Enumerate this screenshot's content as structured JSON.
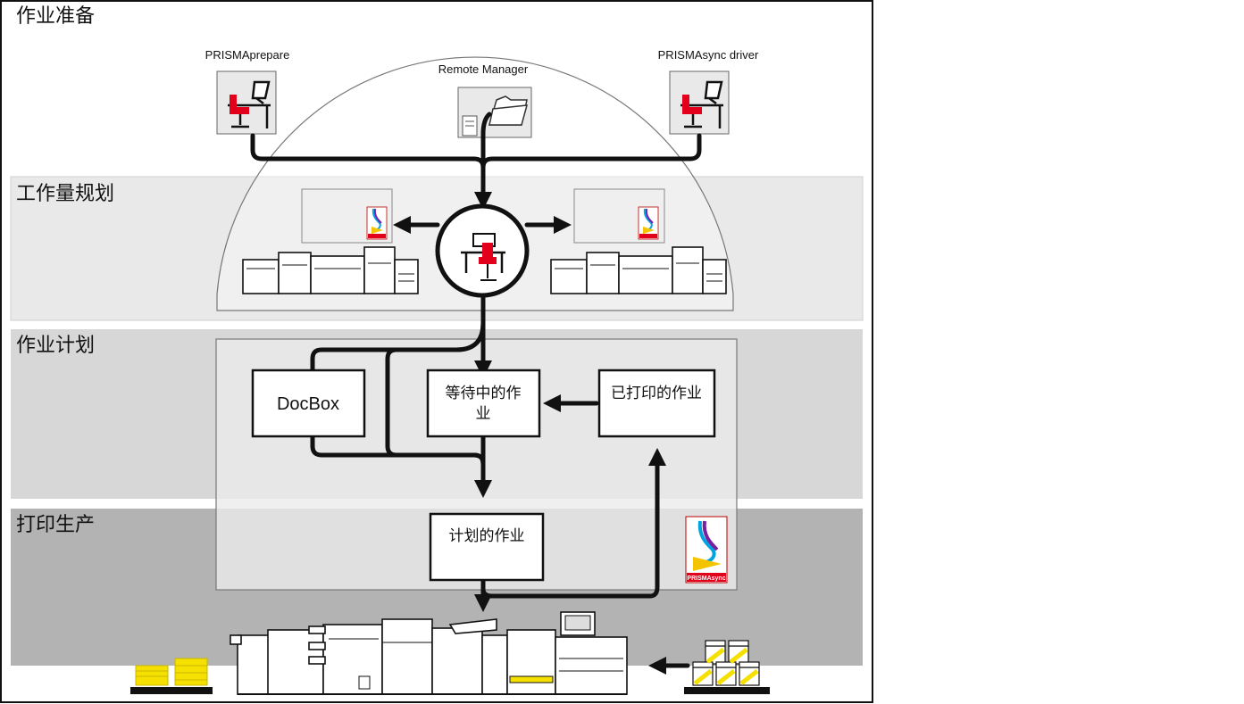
{
  "bands": {
    "job_preparation": "作业准备",
    "workload_planning": "工作量规划",
    "job_planning": "作业计划",
    "print_production": "打印生产"
  },
  "tools": {
    "prisma_prepare": "PRISMAprepare",
    "remote_manager": "Remote Manager",
    "prisma_sync_driver": "PRISMAsync driver"
  },
  "boxes": {
    "docbox": "DocBox",
    "waiting_jobs_line1": "等待中的作",
    "waiting_jobs_line2": "业",
    "printed_jobs": "已打印的作业",
    "scheduled_jobs": "计划的作业"
  },
  "logo": {
    "text": "PRISMAsync"
  },
  "colors": {
    "band_light": "#ececec",
    "band_mid": "#d9d9d9",
    "band_dark": "#b3b3b3",
    "chair_red": "#e2001a",
    "paper_yellow": "#f5e000"
  }
}
